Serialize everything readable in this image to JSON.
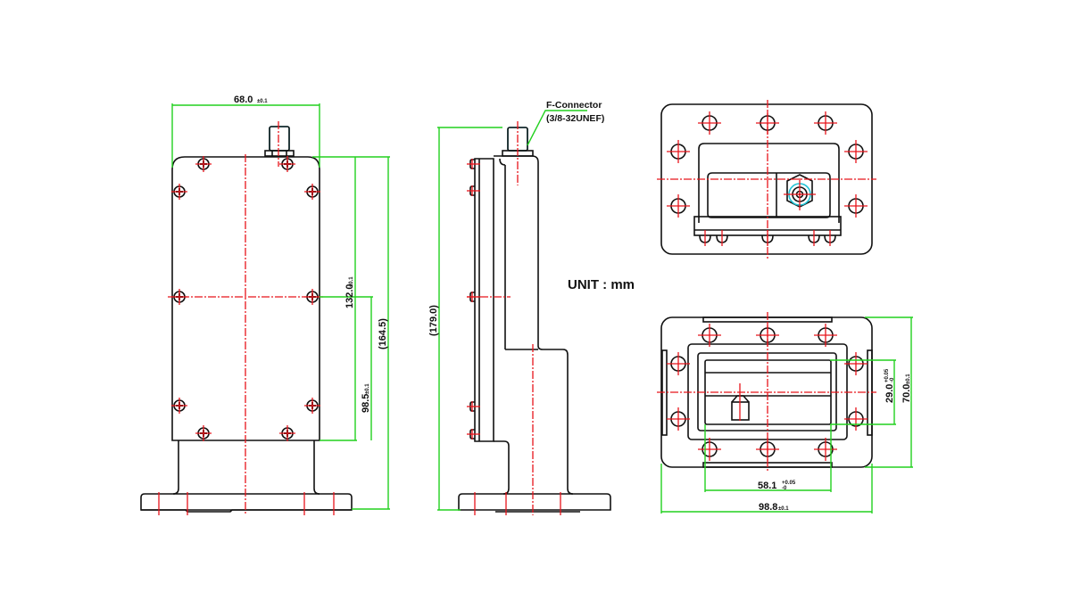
{
  "drawing": {
    "title": "LNB waveguide feed – dimensional drawing",
    "unit_note": "UNIT : mm",
    "connector": {
      "name": "F-Connector",
      "thread": "(3/8-32UNEF)"
    },
    "colors": {
      "outline": "#111111",
      "centerline": "#e8141b",
      "dimension": "#22d11f",
      "connector_body": "#22c3d6"
    },
    "front_view": {
      "width": {
        "value": "68.0",
        "tol": "±0.1"
      },
      "body_height": {
        "value": "132.0",
        "tol": "±0.1"
      },
      "lower_height": {
        "value": "98.5",
        "tol": "±0.1"
      },
      "overall_height": {
        "value": "(164.5)"
      }
    },
    "side_view": {
      "total_height": {
        "value": "(179.0)"
      }
    },
    "flange_view": {
      "inner_width": {
        "value": "58.1",
        "tol_upper": "+0.05",
        "tol_lower": "-0"
      },
      "outer_width": {
        "value": "98.8",
        "tol": "±0.1"
      },
      "inner_height": {
        "value": "29.0",
        "tol_upper": "+0.05",
        "tol_lower": "-0"
      },
      "outer_height": {
        "value": "70.0",
        "tol": "±0.1"
      }
    }
  }
}
